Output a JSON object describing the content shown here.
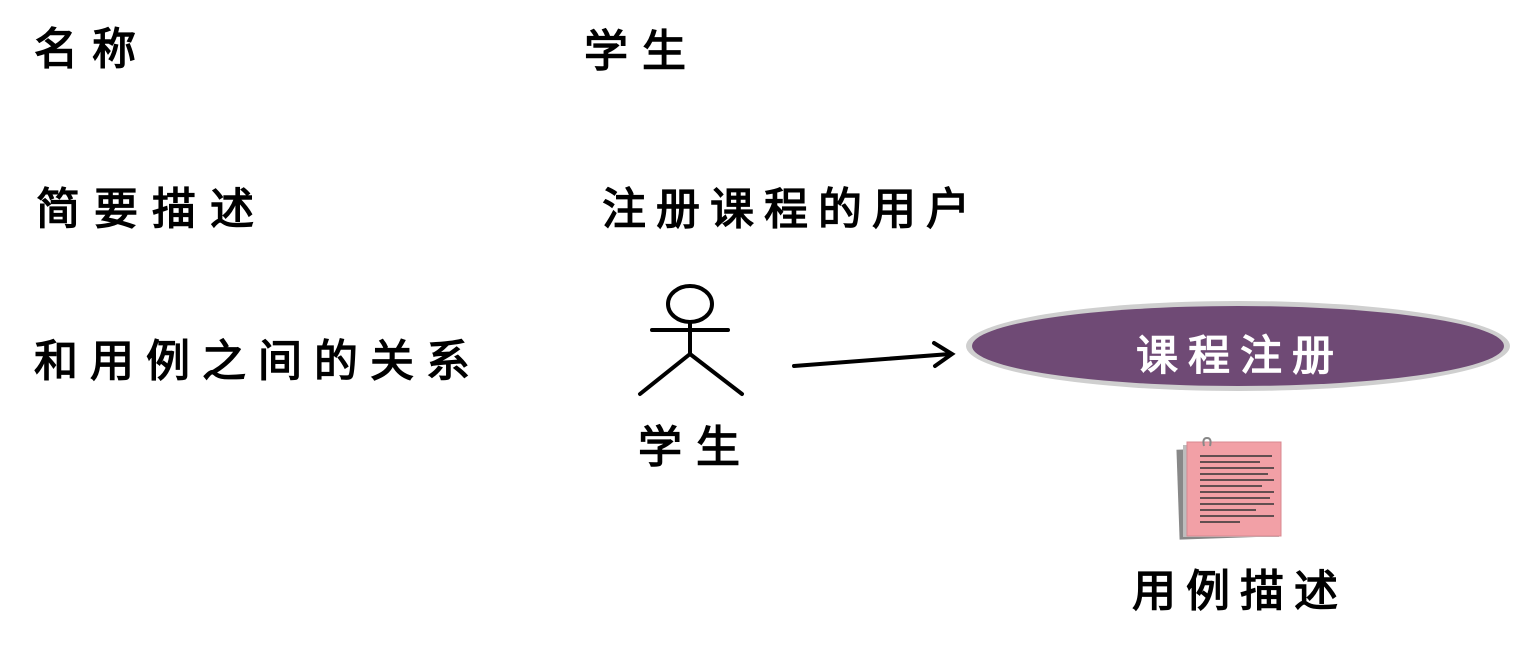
{
  "rows": {
    "name_label": "名称",
    "name_value": "学生",
    "description_label": "简要描述",
    "description_value": "注册课程的用户",
    "relation_label": "和用例之间的关系"
  },
  "diagram": {
    "actor_name": "学生",
    "use_case_name": "课程注册",
    "document_label": "用例描述",
    "colors": {
      "use_case_fill": "#6F4A75",
      "use_case_border": "#CFCFCF",
      "document_fill": "#F2A0A6",
      "document_lines": "#333333",
      "stroke": "#000000"
    },
    "icons": [
      "stick-figure-actor-icon",
      "arrow-icon",
      "document-icon"
    ]
  }
}
